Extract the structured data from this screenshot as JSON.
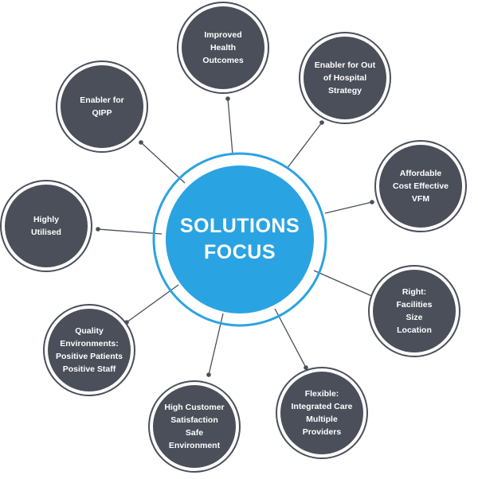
{
  "center": {
    "lines": [
      "SOLUTIONS",
      "FOCUS"
    ]
  },
  "nodes": [
    {
      "id": "improved-health-outcomes",
      "lines": [
        "Improved",
        "Health",
        "Outcomes"
      ]
    },
    {
      "id": "enabler-out-of-hospital",
      "lines": [
        "Enabler for Out",
        "of Hospital",
        "Strategy"
      ]
    },
    {
      "id": "affordable",
      "lines": [
        "Affordable",
        "Cost Effective",
        "VFM"
      ]
    },
    {
      "id": "right-facilities",
      "lines": [
        "Right:",
        "Facilities",
        "Size",
        "Location"
      ]
    },
    {
      "id": "flexible",
      "lines": [
        "Flexible:",
        "Integrated Care",
        "Multiple",
        "Providers"
      ]
    },
    {
      "id": "high-customer-satisfaction",
      "lines": [
        "High Customer",
        "Satisfaction",
        "Safe",
        "Environment"
      ]
    },
    {
      "id": "quality-environments",
      "lines": [
        "Quality",
        "Environments:",
        "Positive Patients",
        "Positive Staff"
      ]
    },
    {
      "id": "highly-utilised",
      "lines": [
        "Highly",
        "Utilised"
      ]
    },
    {
      "id": "enabler-qipp",
      "lines": [
        "Enabler for",
        "QIPP"
      ]
    }
  ],
  "colors": {
    "center_fill": "#2aa3e2",
    "center_ring": "#2aa3e2",
    "node_fill": "#4a4f5a",
    "node_ring": "#4a4f5a",
    "connector": "#4a4f5a",
    "text": "#ffffff"
  }
}
